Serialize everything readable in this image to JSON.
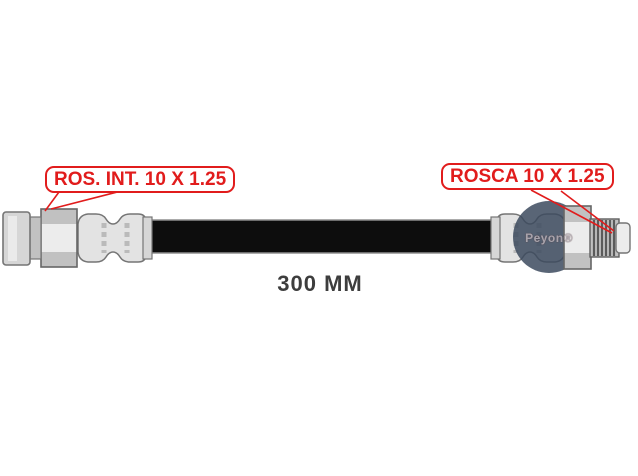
{
  "callouts": {
    "left": {
      "label": "ROS. INT. 10 X 1.25"
    },
    "right": {
      "label": "ROSCA 10 X 1.25"
    }
  },
  "dimension": {
    "label": "300 MM"
  },
  "watermark": {
    "label": "Peyon®"
  },
  "colors": {
    "background": "#ffffff",
    "callout_red": "#e11c1c",
    "hose_black": "#0d0d0d",
    "fitting_light": "#ececec",
    "fitting_mid": "#d6d6d6",
    "fitting_dark": "#c1c1c1",
    "sleeve_gray": "#e3e3e3",
    "outline_gray": "#757575",
    "dimension_text": "#3d3d3d",
    "watermark_blue": "#3c4a5e"
  }
}
